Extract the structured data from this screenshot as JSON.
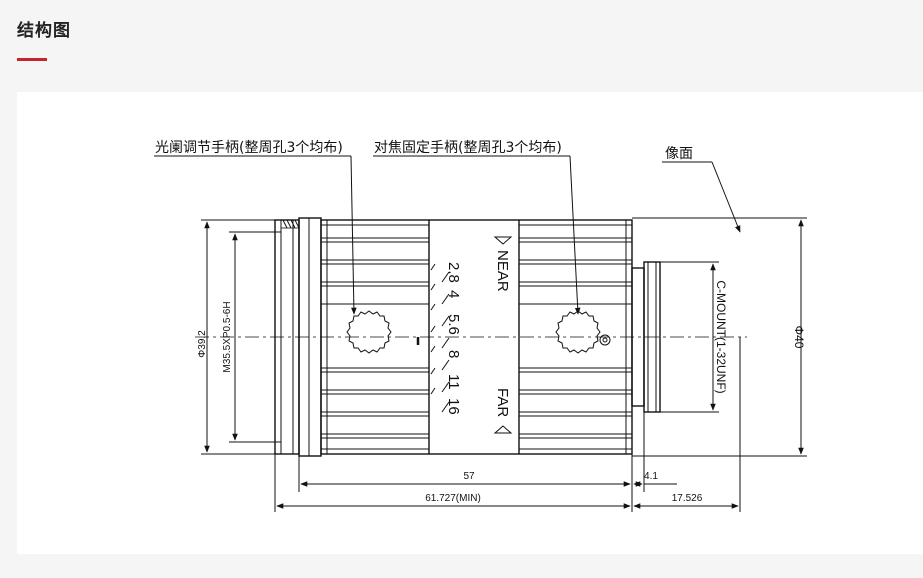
{
  "header": {
    "title": "结构图"
  },
  "colors": {
    "accent": "#c0282b",
    "line": "#111111",
    "card": "#ffffff",
    "page": "#f5f5f5"
  },
  "diagram": {
    "callouts": {
      "aperture_handle": "光阑调节手柄(整周孔3个均布)",
      "focus_handle": "对焦固定手柄(整周孔3个均布)",
      "image_plane": "像面"
    },
    "focus_labels": {
      "near": "NEAR",
      "far": "FAR"
    },
    "aperture_scale": [
      "2.8",
      "4",
      "5.6",
      "8",
      "11",
      "16"
    ],
    "dimensions": {
      "front_diameter": "Φ39.2",
      "front_thread": "M35.5XP0.5-6H",
      "mount_thread": "C-MOUNT(1-32UNF)",
      "body_diameter": "Φ40",
      "length_57": "57",
      "length_4_1": "4.1",
      "total_length": "61.727(MIN)",
      "flange_back": "17.526"
    }
  }
}
